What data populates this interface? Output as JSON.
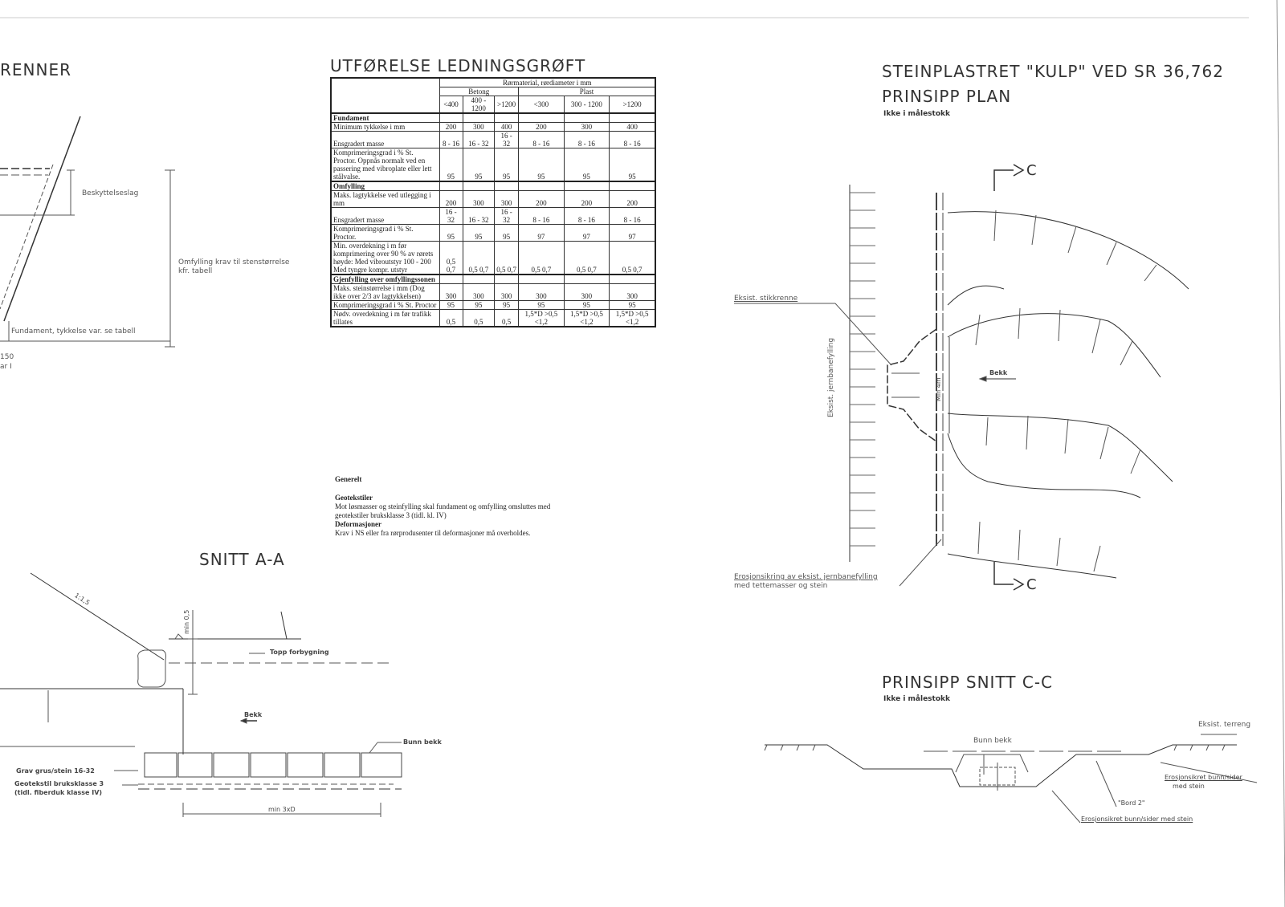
{
  "left_title": "RENNER",
  "left_labels": {
    "beskyttelseslag": "Beskyttelseslag",
    "omfylling": "Omfylling krav til stenstørrelse",
    "omfylling2": "kfr. tabell",
    "fundament": "Fundament, tykkelse var. se tabell",
    "dim": "150",
    "dim2": "ar I"
  },
  "table": {
    "title": "UTFØRELSE LEDNINGSGRØFT",
    "header_top": "Rørmaterial, rørdiameter i mm",
    "groups": [
      "Betong",
      "Plast"
    ],
    "sizes": [
      "<400",
      "400 - 1200",
      ">1200",
      "<300",
      "300 - 1200",
      ">1200"
    ],
    "sections": [
      {
        "name": "Fundament",
        "rows": [
          {
            "label": "Minimum tykkelse i mm",
            "values": [
              "200",
              "300",
              "400",
              "200",
              "300",
              "400"
            ]
          },
          {
            "label": "Ensgradert masse",
            "values": [
              "8 - 16",
              "16 - 32",
              "16 - 32",
              "8 - 16",
              "8 - 16",
              "8 - 16"
            ]
          },
          {
            "label": "Komprimeringsgrad i % St. Proctor. Oppnås normalt ved en passering med vibroplate eller lett stålvalse.",
            "values": [
              "95",
              "95",
              "95",
              "95",
              "95",
              "95"
            ]
          }
        ]
      },
      {
        "name": "Omfylling",
        "rows": [
          {
            "label": "Maks. lagtykkelse ved utlegging i mm",
            "values": [
              "200",
              "300",
              "300",
              "200",
              "200",
              "200"
            ]
          },
          {
            "label": "Ensgradert masse",
            "values": [
              "16 - 32",
              "16 - 32",
              "16 - 32",
              "8 - 16",
              "8 - 16",
              "8 - 16"
            ]
          },
          {
            "label": "Komprimeringsgrad i % St. Proctor.",
            "values": [
              "95",
              "95",
              "95",
              "97",
              "97",
              "97"
            ]
          },
          {
            "label": "Min. overdekning i m før komprimering over 90 % av rørets høyde: Med vibroutstyr 100 - 200 Med tyngre kompr. utstyr",
            "values": [
              "0,5 0,7",
              "0,5 0,7",
              "0,5 0,7",
              "0,5 0,7",
              "0,5 0,7",
              "0,5 0,7"
            ]
          }
        ]
      },
      {
        "name": "Gjenfylling over omfyllingssonen",
        "rows": [
          {
            "label": "Maks. steinstørrelse i mm (Dog ikke over 2/3 av lagtykkelsen)",
            "values": [
              "300",
              "300",
              "300",
              "300",
              "300",
              "300"
            ]
          },
          {
            "label": "Komprimeringsgrad i % St. Proctor",
            "values": [
              "95",
              "95",
              "95",
              "95",
              "95",
              "95"
            ]
          },
          {
            "label": "Nødv. overdekning i m før trafikk tillates",
            "values": [
              "0,5",
              "0,5",
              "0,5",
              "1,5*D >0,5 <1,2",
              "1,5*D >0,5 <1,2",
              "1,5*D >0,5 <1,2"
            ]
          }
        ]
      }
    ]
  },
  "general": {
    "heading": "Generelt",
    "geo_heading": "Geotekstiler",
    "geo_text1": "Mot løsmasser og steinfylling skal fundament og omfylling omsluttes med",
    "geo_text2": "geotekstiler bruksklasse 3 (tidl. kl. IV)",
    "def_heading": "Deformasjoner",
    "def_text": "Krav i NS eller fra rørprodusenter til deformasjoner må overholdes."
  },
  "plan": {
    "title1": "STEINPLASTRET \"KULP\" VED SR 36,762",
    "title2": "PRINSIPP PLAN",
    "scale": "Ikke i målestokk",
    "cut_label": "C",
    "eksist_stikkrenne": "Eksist. stikkrenne",
    "eksist_jernbanefylling": "Eksist. jernbanefylling",
    "bekk": "Bekk",
    "min_width": "Min 4m",
    "erosjon1": "Erosjonsikring av eksist. jernbanefylling",
    "erosjon2": "med tettemasser og stein"
  },
  "snitt_aa": {
    "title": "SNITT A-A",
    "slope": "1:1,5",
    "dim_h": "min 0,5",
    "topp": "Topp forbygning",
    "bekk": "Bekk",
    "bunn": "Bunn bekk",
    "grav": "Grav grus/stein 16-32",
    "geo1": "Geotekstil bruksklasse 3",
    "geo2": "(tidl. fiberduk klasse IV)",
    "min": "min 3xD"
  },
  "snitt_cc": {
    "title": "PRINSIPP SNITT C-C",
    "scale": "Ikke i målestokk",
    "terreng": "Eksist. terreng",
    "bunn_bekk": "Bunn bekk",
    "erosjon_sider1": "Erosjonsikret bunn/sider",
    "erosjon_sider2": "med stein",
    "boro": "\"Bord 2\"",
    "erosjon_bunn": "Erosjonsikret bunn/sider med stein"
  }
}
